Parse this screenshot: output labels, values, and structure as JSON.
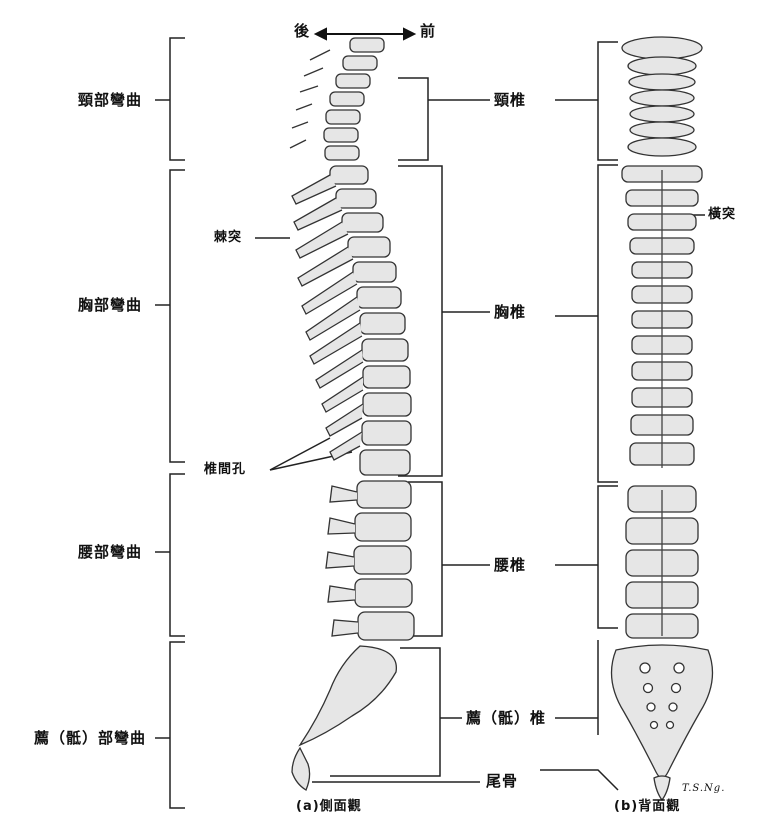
{
  "direction": {
    "posterior": "後",
    "anterior": "前"
  },
  "curves": {
    "cervical": "頸部彎曲",
    "thoracic": "胸部彎曲",
    "lumbar": "腰部彎曲",
    "sacral": "薦（骶）部彎曲"
  },
  "vertebrae": {
    "cervical": "頸椎",
    "thoracic": "胸椎",
    "lumbar": "腰椎",
    "sacral": "薦（骶）椎",
    "coccyx": "尾骨"
  },
  "features": {
    "spinous_process": "棘突",
    "intervertebral_foramen": "椎間孔",
    "transverse_process": "橫突"
  },
  "captions": {
    "lateral": "(a)側面觀",
    "posterior": "(b)背面觀"
  },
  "signature": "T.S.Ng."
}
